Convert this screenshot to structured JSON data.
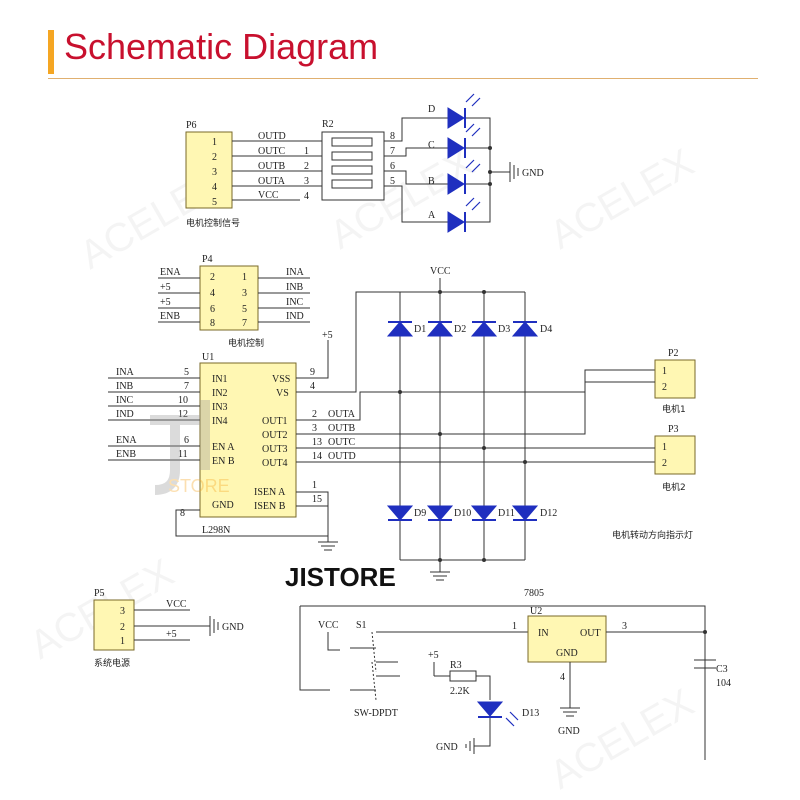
{
  "header": {
    "title": "Schematic Diagram"
  },
  "watermark": {
    "text": "ACELEX",
    "store": "JISTORE",
    "logo_text": "STORE"
  },
  "p6": {
    "ref": "P6",
    "pins": [
      "1",
      "2",
      "3",
      "4",
      "5"
    ],
    "nets": [
      "OUTD",
      "OUTC",
      "OUTB",
      "OUTA",
      "VCC"
    ],
    "caption": "电机控制信号"
  },
  "r2": {
    "ref": "R2",
    "left_pins": [
      "1",
      "2",
      "3",
      "4"
    ],
    "right_pins": [
      "8",
      "7",
      "6",
      "5"
    ]
  },
  "leds": {
    "labels": [
      "D",
      "C",
      "B",
      "A"
    ],
    "gnd": "GND"
  },
  "p4": {
    "ref": "P4",
    "left_nets": [
      "ENA",
      "+5",
      "+5",
      "ENB"
    ],
    "left_pins": [
      "2",
      "4",
      "6",
      "8"
    ],
    "right_pins": [
      "1",
      "3",
      "5",
      "7"
    ],
    "right_nets": [
      "INA",
      "INB",
      "INC",
      "IND"
    ],
    "caption": "电机控制"
  },
  "u1": {
    "ref": "U1",
    "part": "L298N",
    "in_nets": [
      "INA",
      "INB",
      "INC",
      "IND"
    ],
    "in_pins": [
      "5",
      "7",
      "10",
      "12"
    ],
    "in_labels": [
      "IN1",
      "IN2",
      "IN3",
      "IN4"
    ],
    "en_nets": [
      "ENA",
      "ENB"
    ],
    "en_pins": [
      "6",
      "11"
    ],
    "en_labels": [
      "EN A",
      "EN B"
    ],
    "gnd_label": "GND",
    "gnd_pin": "8",
    "pwr_labels": [
      "VSS",
      "VS"
    ],
    "pwr_pins": [
      "9",
      "4"
    ],
    "vss_net": "+5",
    "out_labels": [
      "OUT1",
      "OUT2",
      "OUT3",
      "OUT4"
    ],
    "out_pins": [
      "2",
      "3",
      "13",
      "14"
    ],
    "out_nets": [
      "OUTA",
      "OUTB",
      "OUTC",
      "OUTD"
    ],
    "isen_labels": [
      "ISEN A",
      "ISEN B"
    ],
    "isen_pins": [
      "1",
      "15"
    ]
  },
  "bridge": {
    "vcc": "VCC",
    "top_diodes": [
      "D1",
      "D2",
      "D3",
      "D4"
    ],
    "bottom_diodes": [
      "D9",
      "D10",
      "D11",
      "D12"
    ],
    "caption": "电机转动方向指示灯"
  },
  "p2": {
    "ref": "P2",
    "pins": [
      "1",
      "2"
    ],
    "caption": "电机1"
  },
  "p3": {
    "ref": "P3",
    "pins": [
      "1",
      "2"
    ],
    "caption": "电机2"
  },
  "p5": {
    "ref": "P5",
    "pins": [
      "3",
      "2",
      "1"
    ],
    "nets": [
      "VCC",
      "",
      "+5"
    ],
    "gnd": "GND",
    "caption": "系统电源"
  },
  "regulator": {
    "title": "7805",
    "ref": "U2",
    "in_label": "IN",
    "out_label": "OUT",
    "gnd_label": "GND",
    "in_pin": "1",
    "out_pin": "3",
    "gnd_pin": "4",
    "s1": "S1",
    "switch_part": "SW-DPDT",
    "vcc": "VCC",
    "r3": "R3",
    "r3_value": "2.2K",
    "plus5": "+5",
    "led": "D13",
    "c3": "C3",
    "c3_value": "104",
    "gnd": "GND"
  }
}
